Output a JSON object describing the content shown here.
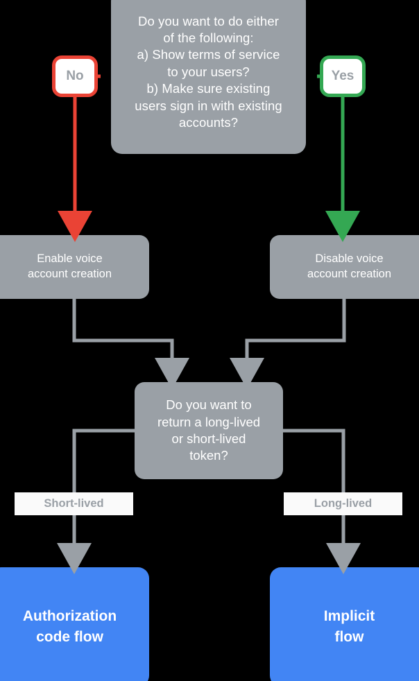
{
  "diagram": {
    "title": "Account linking flow decision chart",
    "background_color": "#000000",
    "colors": {
      "gray_node": "#9aa0a6",
      "blue_node": "#4285f4",
      "no_accent": "#ea4335",
      "yes_accent": "#34a853",
      "connector": "#9aa0a6",
      "label_background": "#fafafa",
      "node_text": "#ffffff"
    },
    "nodes": {
      "top_decision": {
        "text": "Do you want to do either\nof the following:\na) Show terms of service\nto your users?\nb) Make sure existing\nusers sign in with existing\naccounts?",
        "shape": "rounded-rectangle",
        "fill": "#9aa0a6"
      },
      "enable_voice": {
        "text": "Enable voice\naccount creation",
        "shape": "rounded-rectangle",
        "fill": "#9aa0a6"
      },
      "disable_voice": {
        "text": "Disable voice\naccount creation",
        "shape": "rounded-rectangle",
        "fill": "#9aa0a6"
      },
      "token_decision": {
        "text": "Do you want to\nreturn a long-lived\nor short-lived\ntoken?",
        "shape": "rounded-rectangle",
        "fill": "#9aa0a6"
      },
      "authorization_code_flow": {
        "text": "Authorization\ncode flow",
        "shape": "rounded-rectangle",
        "fill": "#4285f4"
      },
      "implicit_flow": {
        "text": "Implicit\nflow",
        "shape": "rounded-rectangle",
        "fill": "#4285f4"
      }
    },
    "badges": {
      "no": {
        "label": "No",
        "border_color": "#ea4335"
      },
      "yes": {
        "label": "Yes",
        "border_color": "#34a853"
      }
    },
    "edge_labels": {
      "short_lived": "Short-lived",
      "long_lived": "Long-lived"
    },
    "edges": [
      {
        "from": "top_decision",
        "to": "enable_voice",
        "label": "No",
        "color": "#ea4335"
      },
      {
        "from": "top_decision",
        "to": "disable_voice",
        "label": "Yes",
        "color": "#34a853"
      },
      {
        "from": "enable_voice",
        "to": "token_decision",
        "label": "",
        "color": "#9aa0a6"
      },
      {
        "from": "disable_voice",
        "to": "token_decision",
        "label": "",
        "color": "#9aa0a6"
      },
      {
        "from": "token_decision",
        "to": "authorization_code_flow",
        "label": "Short-lived",
        "color": "#9aa0a6"
      },
      {
        "from": "token_decision",
        "to": "implicit_flow",
        "label": "Long-lived",
        "color": "#9aa0a6"
      }
    ]
  }
}
